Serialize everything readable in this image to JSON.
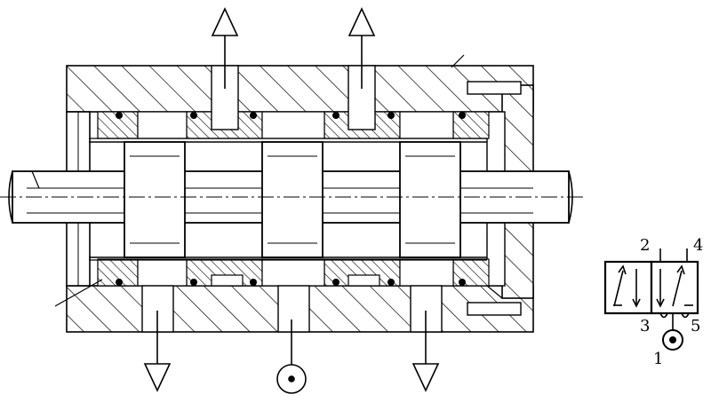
{
  "symbol": {
    "port_labels": {
      "p1": "1",
      "p2": "2",
      "p3": "3",
      "p4": "4",
      "p5": "5"
    }
  },
  "colors": {
    "line": "#000000",
    "background": "#ffffff"
  }
}
